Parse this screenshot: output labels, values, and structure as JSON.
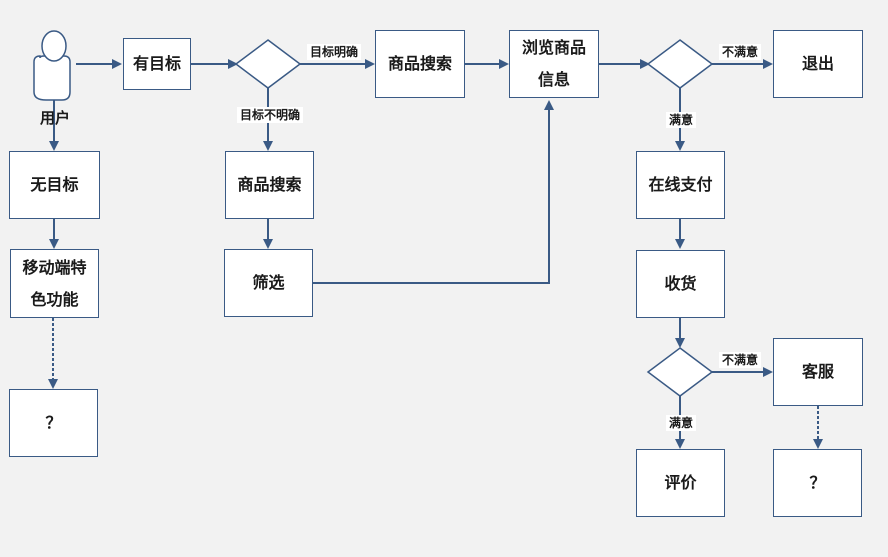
{
  "user": {
    "label": "用户"
  },
  "nodes": {
    "has_goal": "有目标",
    "no_goal": "无目标",
    "mobile_features": "移动端特\n色功能",
    "unknown_left": "？",
    "search_top": "商品搜索",
    "search_mid": "商品搜索",
    "filter": "筛选",
    "browse": "浏览商品\n信息",
    "exit": "退出",
    "pay_online": "在线支付",
    "receive": "收货",
    "customer_service": "客服",
    "review": "评价",
    "unknown_right": "？"
  },
  "edges": {
    "goal_clear": "目标明确",
    "goal_unclear": "目标不明确",
    "dissatisfied_top": "不满意",
    "satisfied_top": "满意",
    "dissatisfied_bottom": "不满意",
    "satisfied_bottom": "满意"
  },
  "colors": {
    "line": "#3a5a85",
    "background": "#f2f2f2",
    "box": "#ffffff"
  }
}
